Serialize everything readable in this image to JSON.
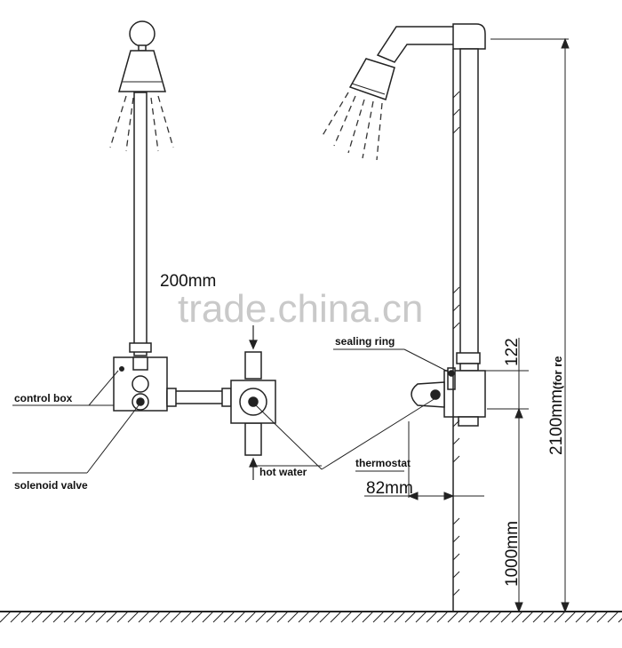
{
  "labels": {
    "control_box": "control box",
    "solenoid_valve": "solenoid valve",
    "hot_water": "hot water",
    "thermostat": "thermostat",
    "sealing_ring": "sealing ring"
  },
  "dimensions": {
    "top_width": "200mm",
    "ring_offset": "122",
    "total_height": "2100mm",
    "total_height_note": "(for re",
    "wall_offset": "82mm",
    "lower_height": "1000mm"
  },
  "watermark": "trade.china.cn"
}
